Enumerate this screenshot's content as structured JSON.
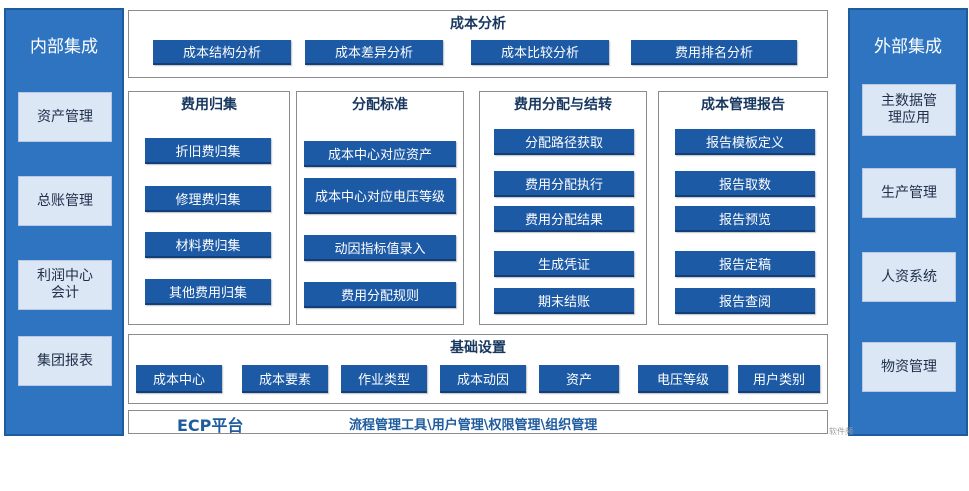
{
  "internal": {
    "title": "内部集成",
    "items": [
      "资产管理",
      "总账管理",
      "利润中心\n会计",
      "集团报表"
    ]
  },
  "external": {
    "title": "外部集成",
    "items": [
      "主数据管\n理应用",
      "生产管理",
      "人资系统",
      "物资管理"
    ]
  },
  "cost_analysis": {
    "title": "成本分析",
    "buttons": [
      "成本结构分析",
      "成本差异分析",
      "成本比较分析",
      "费用排名分析"
    ]
  },
  "cost_collection": {
    "title": "费用归集",
    "buttons": [
      "折旧费归集",
      "修理费归集",
      "材料费归集",
      "其他费用归集"
    ]
  },
  "allocation_standard": {
    "title": "分配标准",
    "buttons": [
      "成本中心对应资产",
      "成本中心对应电压等级",
      "动因指标值录入",
      "费用分配规则"
    ]
  },
  "allocation_transfer": {
    "title": "费用分配与结转",
    "buttons": [
      "分配路径获取",
      "费用分配执行",
      "费用分配结果",
      "生成凭证",
      "期末结账"
    ]
  },
  "cost_report": {
    "title": "成本管理报告",
    "buttons": [
      "报告模板定义",
      "报告取数",
      "报告预览",
      "报告定稿",
      "报告查阅"
    ]
  },
  "basic_settings": {
    "title": "基础设置",
    "buttons": [
      "成本中心",
      "成本要素",
      "作业类型",
      "成本动因",
      "资产",
      "电压等级",
      "用户类别"
    ]
  },
  "ecp": {
    "title": "ECP平台",
    "text": "流程管理工具\\用户管理\\权限管理\\组织管理"
  },
  "watermark": "软件频",
  "colors": {
    "side_bg": "#2e74c0",
    "button_bg": "#1d5aa6",
    "title_text": "#17375e"
  }
}
